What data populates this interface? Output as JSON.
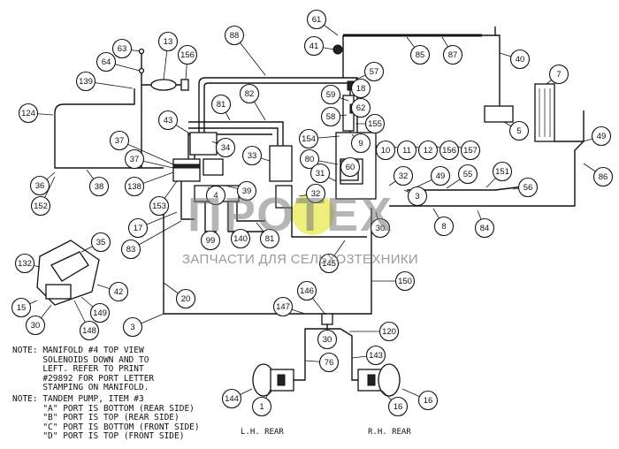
{
  "callouts": [
    {
      "n": "61"
    },
    {
      "n": "41"
    },
    {
      "n": "88"
    },
    {
      "n": "63"
    },
    {
      "n": "13"
    },
    {
      "n": "64"
    },
    {
      "n": "156"
    },
    {
      "n": "85"
    },
    {
      "n": "87"
    },
    {
      "n": "40"
    },
    {
      "n": "7"
    },
    {
      "n": "139"
    },
    {
      "n": "57"
    },
    {
      "n": "18"
    },
    {
      "n": "82"
    },
    {
      "n": "59"
    },
    {
      "n": "62"
    },
    {
      "n": "81"
    },
    {
      "n": "58"
    },
    {
      "n": "155"
    },
    {
      "n": "124"
    },
    {
      "n": "43"
    },
    {
      "n": "5"
    },
    {
      "n": "154"
    },
    {
      "n": "9"
    },
    {
      "n": "34"
    },
    {
      "n": "10"
    },
    {
      "n": "11"
    },
    {
      "n": "12"
    },
    {
      "n": "156"
    },
    {
      "n": "157"
    },
    {
      "n": "49"
    },
    {
      "n": "37"
    },
    {
      "n": "33"
    },
    {
      "n": "80"
    },
    {
      "n": "37"
    },
    {
      "n": "31"
    },
    {
      "n": "60"
    },
    {
      "n": "86"
    },
    {
      "n": "36"
    },
    {
      "n": "38"
    },
    {
      "n": "138"
    },
    {
      "n": "32"
    },
    {
      "n": "49"
    },
    {
      "n": "55"
    },
    {
      "n": "151"
    },
    {
      "n": "152"
    },
    {
      "n": "39"
    },
    {
      "n": "4"
    },
    {
      "n": "3"
    },
    {
      "n": "56"
    },
    {
      "n": "153"
    },
    {
      "n": "32"
    },
    {
      "n": "17"
    },
    {
      "n": "30"
    },
    {
      "n": "8"
    },
    {
      "n": "84"
    },
    {
      "n": "99"
    },
    {
      "n": "140"
    },
    {
      "n": "81"
    },
    {
      "n": "83"
    },
    {
      "n": "35"
    },
    {
      "n": "145"
    },
    {
      "n": "132"
    },
    {
      "n": "150"
    },
    {
      "n": "20"
    },
    {
      "n": "42"
    },
    {
      "n": "146"
    },
    {
      "n": "15"
    },
    {
      "n": "149"
    },
    {
      "n": "147"
    },
    {
      "n": "30"
    },
    {
      "n": "148"
    },
    {
      "n": "3"
    },
    {
      "n": "120"
    },
    {
      "n": "30"
    },
    {
      "n": "76"
    },
    {
      "n": "143"
    },
    {
      "n": "144"
    },
    {
      "n": "1"
    },
    {
      "n": "16"
    },
    {
      "n": "16"
    },
    {
      "n": "1"
    }
  ],
  "notes": {
    "note1": "NOTE: MANIFOLD #4 TOP VIEW\n      SOLENOIDS DOWN AND TO\n      LEFT. REFER TO PRINT\n      #29892 FOR PORT LETTER\n      STAMPING ON MANIFOLD.",
    "note2": "NOTE: TANDEM PUMP, ITEM #3\n      \"A\" PORT IS BOTTOM (REAR SIDE)\n      \"B\" PORT IS TOP (REAR SIDE)\n      \"C\" PORT IS BOTTOM (FRONT SIDE)\n      \"D\" PORT IS TOP (FRONT SIDE)"
  },
  "labels": {
    "lh_rear": "L.H. REAR",
    "rh_rear": "R.H. REAR"
  },
  "watermark": {
    "logo": "ПРОТЕХ",
    "text": "ЗАПЧАСТИ ДЛЯ СЕЛЬХОЗТЕХНИКИ"
  }
}
